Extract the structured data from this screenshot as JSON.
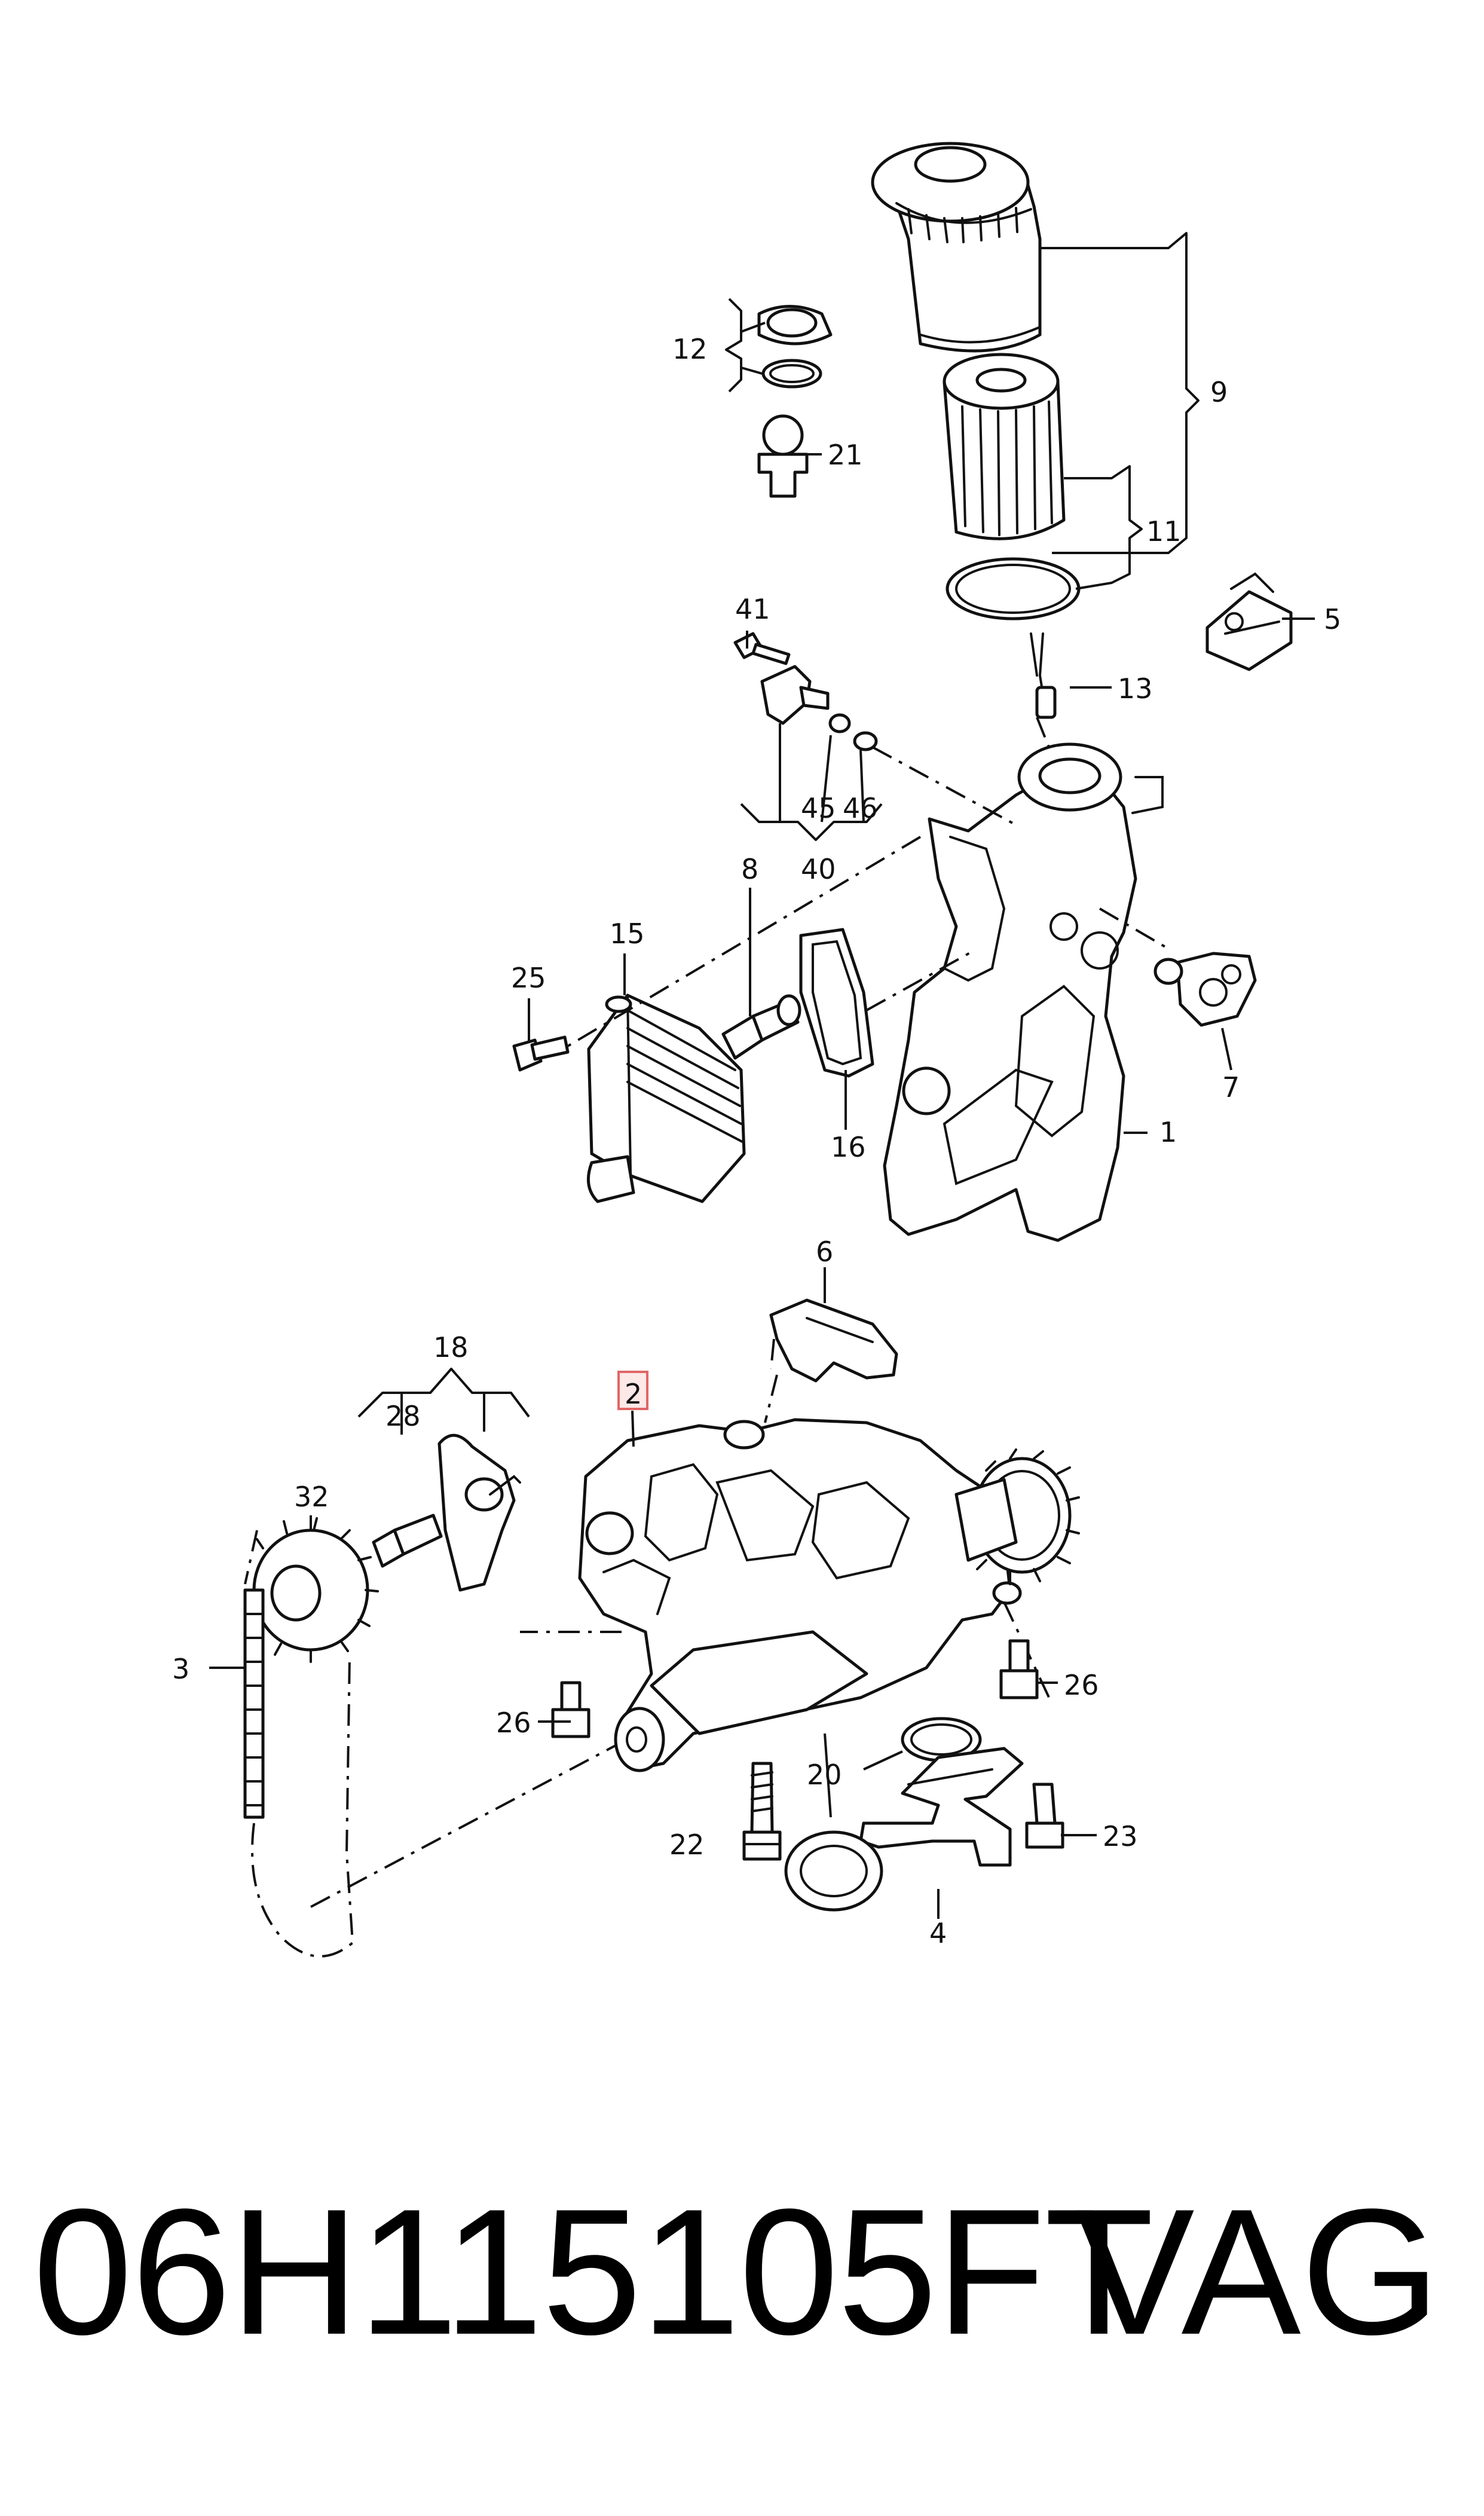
{
  "callouts": {
    "c1": "1",
    "c2": "2",
    "c3": "3",
    "c4": "4",
    "c5": "5",
    "c6": "6",
    "c7": "7",
    "c8": "8",
    "c9": "9",
    "c11": "11",
    "c12": "12",
    "c13": "13",
    "c15": "15",
    "c16": "16",
    "c18": "18",
    "c20": "20",
    "c21": "21",
    "c22": "22",
    "c23": "23",
    "c25": "25",
    "c26a": "26",
    "c26b": "26",
    "c28": "28",
    "c32": "32",
    "c40": "40",
    "c41": "41",
    "c45": "45",
    "c46": "46"
  },
  "highlight_color": "#e06666",
  "caption": {
    "part_number": "06H115105FT",
    "brand": "VAG"
  }
}
